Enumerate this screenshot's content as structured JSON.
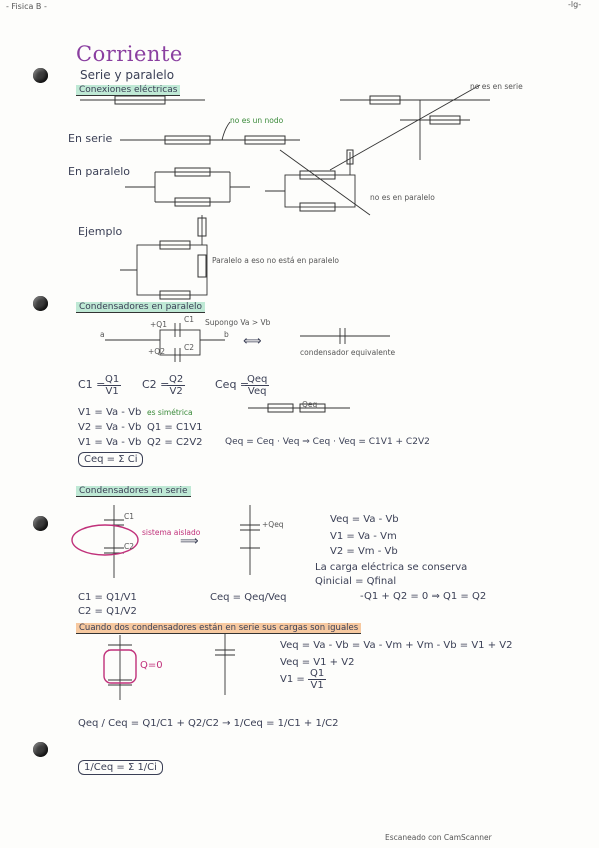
{
  "header": {
    "left": "- Fisica B -",
    "right": "-lg-"
  },
  "title": "Corriente",
  "subtitle": "Serie y paralelo",
  "s1": {
    "heading": "Conexiones eléctricas",
    "no_es_nodo": "no es un nodo",
    "en_serie": "En serie",
    "en_paralelo": "En paralelo",
    "ejemplo": "Ejemplo",
    "es_paralelo": "Paralelo a eso no está en paralelo",
    "no_es_serie": "no es en serie",
    "no_es_paralelo": "no es en paralelo"
  },
  "s2": {
    "heading": "Condensadores en paralelo",
    "supongo": "Supongo Va > Vb",
    "equivalente": "condensador equivalente",
    "a": "a",
    "b": "b",
    "c1": "C1",
    "c2": "C2",
    "q1": "+Q1",
    "q2": "+Q2",
    "eq_c1_l": "C1 =",
    "eq_c1_n": "Q1",
    "eq_c1_d": "V1",
    "eq_c2_l": "C2 =",
    "eq_c2_n": "Q2",
    "eq_c2_d": "V2",
    "eq_ceq_l": "Ceq =",
    "eq_ceq_n": "Qeq",
    "eq_ceq_d": "Veq",
    "v1": "V1 = Va - Vb",
    "v2": "V2 = Va - Vb",
    "v12": "V1 = Va - Vb",
    "es_simetrica": "es simétrica",
    "q1eq": "Q1 = C1V1",
    "q2eq": "Q2 = C2V2",
    "qeq": "Qeq = Ceq · Veq  ⇒  Ceq · Veq = C1V1 + C2V2",
    "ceq_sum": "Ceq = Σ Ci",
    "qeq_label": "Qeq"
  },
  "s3": {
    "heading": "Condensadores en serie",
    "sistema": "sistema aislado",
    "veq": "Veq = Va - Vb",
    "v1": "V1 = Va - Vm",
    "v2": "V2 = Vm - Vb",
    "carga1": "La carga eléctrica se conserva",
    "carga2": "Qinicial = Qfinal",
    "carga3": "-Q1 + Q2 = 0  ⇒  Q1 = Q2",
    "c1v": "C1 = Q1/V1",
    "c2v": "C2 = Q1/V2",
    "ceqv": "Ceq = Qeq/Veq",
    "qeq": "+Qeq",
    "c1": "C1",
    "c2": "C2"
  },
  "s4": {
    "heading": "Cuando dos condensadores están en serie sus cargas son iguales",
    "q0": "Q=0",
    "veq": "Veq = Va - Vb = Va - Vm + Vm - Vb = V1 + V2",
    "veq2": "Veq = V1 + V2",
    "v1": "V1 =",
    "v1n": "Q1",
    "v1d": "V1",
    "sum_line": "Qeq / Ceq = Q1/C1 + Q2/C2  →  1/Ceq = 1/C1 + 1/C2",
    "final": "1/Ceq = Σ 1/Ci"
  },
  "footer": "Escaneado con CamScanner"
}
